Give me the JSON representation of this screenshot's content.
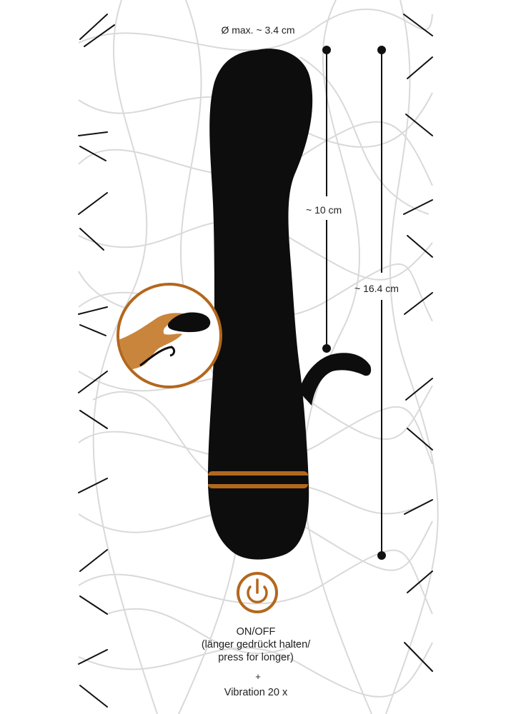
{
  "colors": {
    "background": "#ffffff",
    "pattern_lines": "#d9d9d9",
    "pattern_accents": "#111111",
    "product": "#0d0d0d",
    "accent_band": "#b3671d",
    "skin_tone": "#c9853b",
    "measure_lines": "#111111"
  },
  "dimensions": {
    "diameter": "Ø max. ~ 3.4 cm",
    "insertable_length": "~ 10 cm",
    "total_length": "~ 16.4 cm"
  },
  "icons": {
    "power": "power-icon",
    "hand_usage": "hand-usage-icon"
  },
  "controls": {
    "power_caption_lines": [
      "ON/OFF",
      "(länger gedrückt halten/",
      "press for longer)"
    ],
    "plus": "+",
    "vibration": "Vibration 20 x"
  }
}
